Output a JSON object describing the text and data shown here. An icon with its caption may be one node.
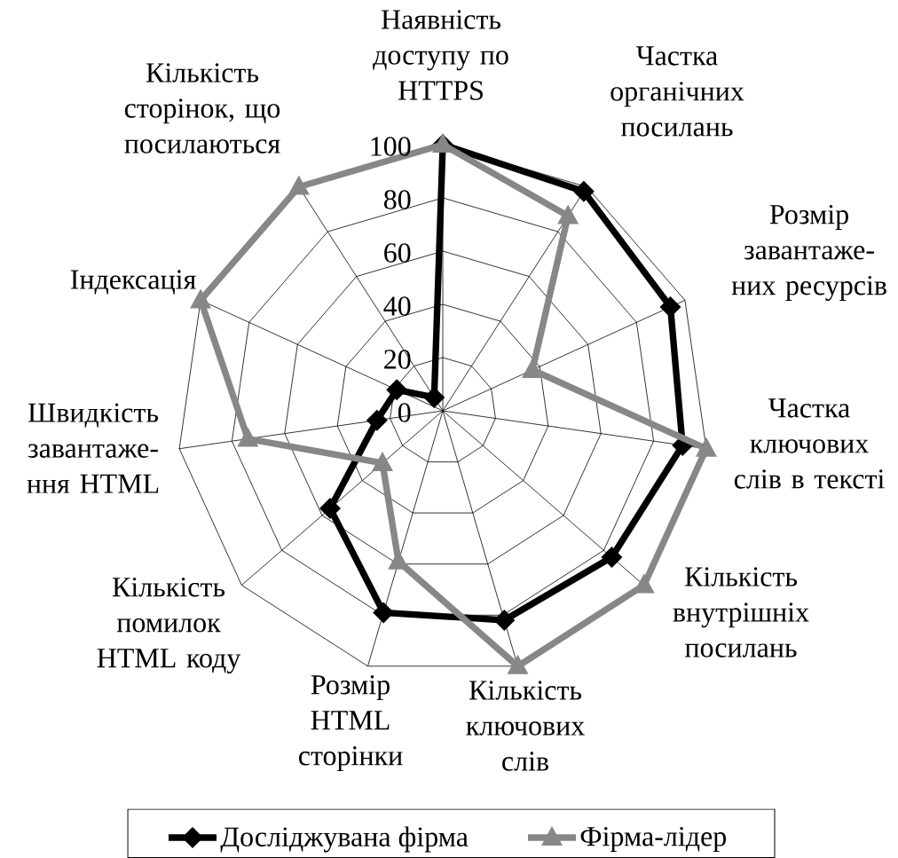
{
  "diagram": {
    "labels": [
      "Наявність доступу по HTTPS",
      "Кількість сторінок, що посилаються",
      "Частка органічних посилань",
      "100",
      "80",
      "60",
      "Розмір завантаже- них ресурсів",
      "Індексація",
      "40",
      "20",
      "0",
      "Швидкість завантаже- ння HTML",
      "Частка ключових слів в тексті",
      "Кількість помилок HTML коду",
      "Кількість внутрішніх посилань",
      "Розмір HTML сторінки",
      "Кількість ключових слів"
    ],
    "legend": [
      {
        "text": "Досліджувана фірма"
      },
      {
        "text": "Фірма-лідер"
      }
    ]
  }
}
